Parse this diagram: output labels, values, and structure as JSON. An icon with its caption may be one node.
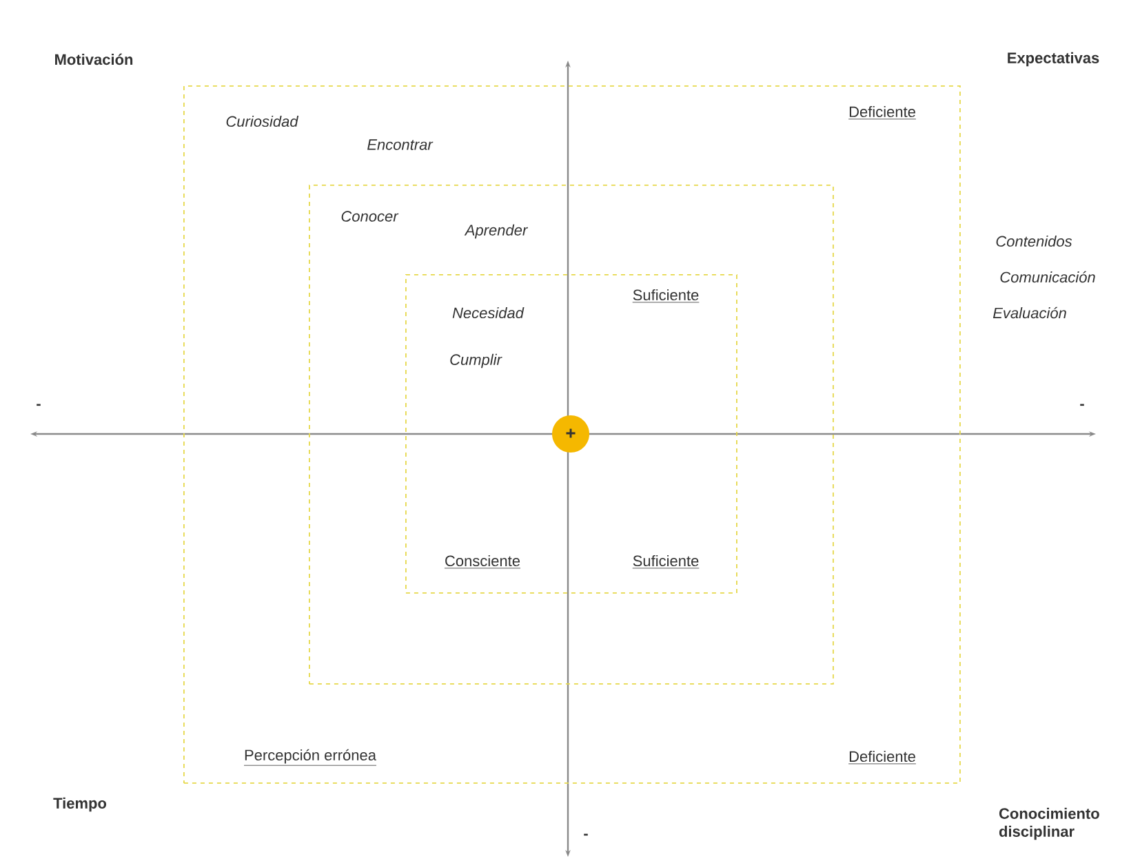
{
  "diagram": {
    "nodes": [
      {
        "text": [
          "Curiosidad",
          "Encontrar",
          "Deficiente",
          "Percepción errónea",
          "Deficiente"
        ]
      },
      {
        "text": [
          "Conocer",
          "Aprender"
        ],
        "in": 0
      },
      {
        "text": [
          "Necesidad",
          "Cumplir",
          "Suficiente",
          "Consciente",
          "Suficiente"
        ],
        "in": 1
      },
      {
        "text": [
          "+"
        ],
        "in": 2
      }
    ],
    "labels": [
      "Motivación",
      "Expectativas",
      "Contenidos",
      "Comunicación",
      "Evaluación",
      "-",
      "-",
      "Tiempo",
      "Conocimiento disciplinar",
      "-"
    ]
  }
}
